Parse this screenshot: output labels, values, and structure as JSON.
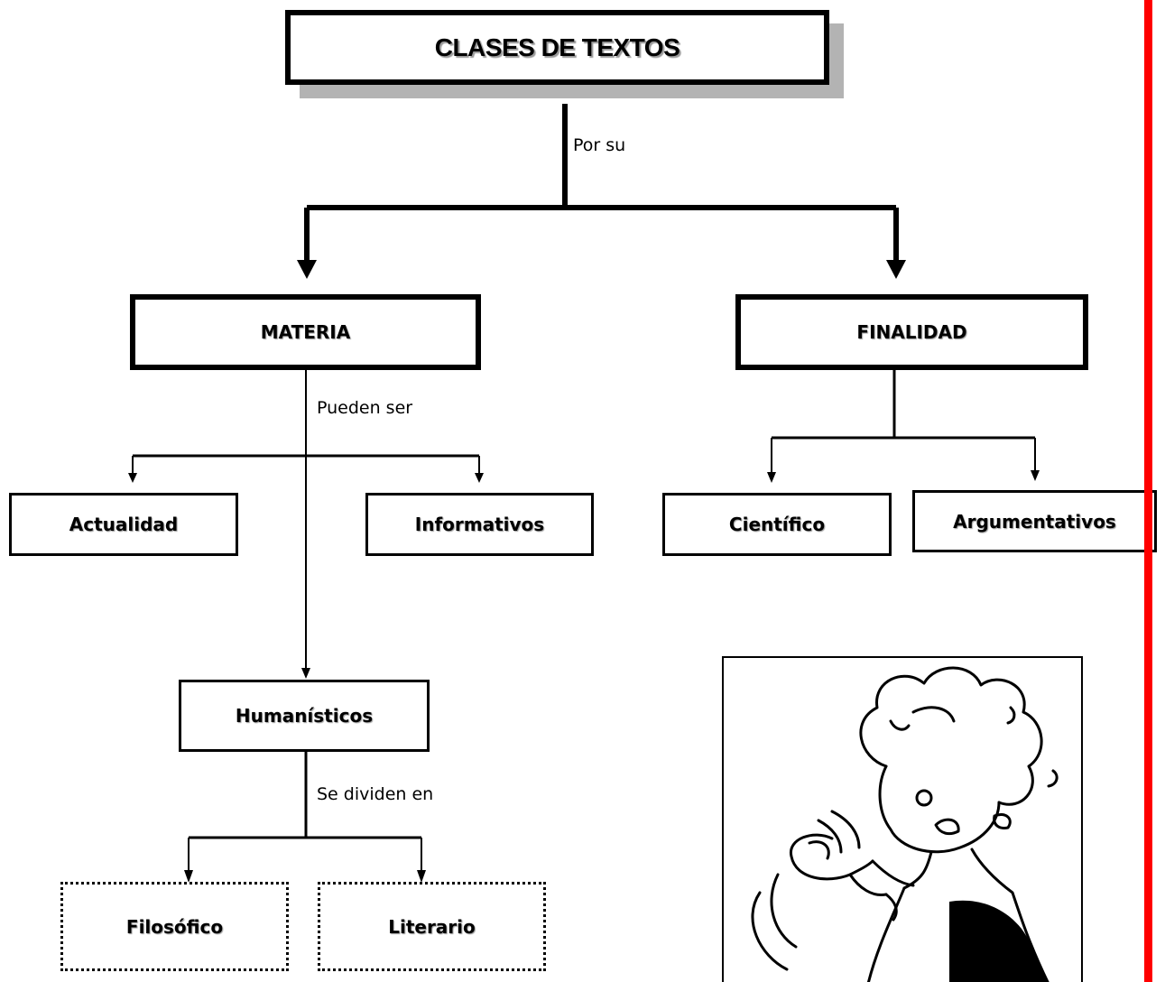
{
  "title": "CLASES DE TEXTOS",
  "connectors": {
    "por_su": "Por su",
    "pueden_ser": "Pueden ser",
    "se_dividen_en": "Se dividen en"
  },
  "nodes": {
    "materia": "MATERIA",
    "finalidad": "FINALIDAD",
    "actualidad": "Actualidad",
    "informativos": "Informativos",
    "cientifico": "Científico",
    "argumentativos": "Argumentativos",
    "humanisticos": "Humanísticos",
    "filosofico": "Filosófico",
    "literario": "Literario"
  },
  "colors": {
    "margin_line": "#ff0000",
    "shadow": "#b3b3b3"
  },
  "illustration": "cartoon-girl-drawing"
}
